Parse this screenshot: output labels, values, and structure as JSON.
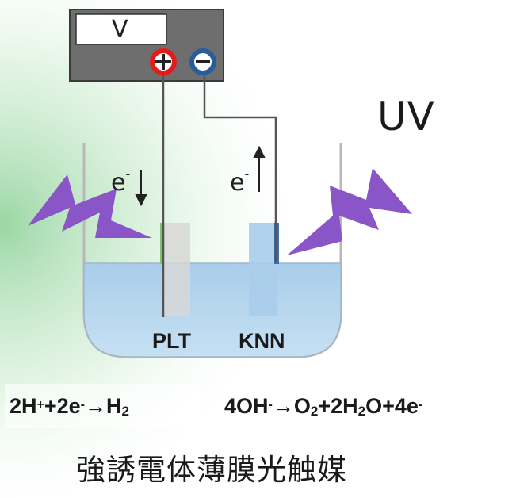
{
  "voltmeter": {
    "label": "V"
  },
  "uv_label": "UV",
  "electron_label": "e",
  "electron_charge": "-",
  "electrodes": {
    "left": "PLT",
    "right": "KNN"
  },
  "equations": {
    "left": {
      "coef": "2H",
      "plus_sup": "+",
      "mid": "+2e",
      "minus_sup": "-",
      "arrow": "→",
      "product": "H",
      "product_sub": "2"
    },
    "right": {
      "reactant": "4OH",
      "minus_sup": "-",
      "arrow": "→",
      "o": "O",
      "o_sub": "2",
      "mid": "+2H",
      "h_sub": "2",
      "tail": "O+4e",
      "tail_sup": "-"
    }
  },
  "caption": "強誘電体薄膜光触媒",
  "colors": {
    "water": "#bcd9ef",
    "lightning": "#8a55c6",
    "wire": "#555555",
    "positive_terminal": "#e21b1b",
    "negative_terminal": "#2b5c9a",
    "voltmeter_body": "#6f6f6f",
    "green_gradient": "#9fd8a8"
  }
}
